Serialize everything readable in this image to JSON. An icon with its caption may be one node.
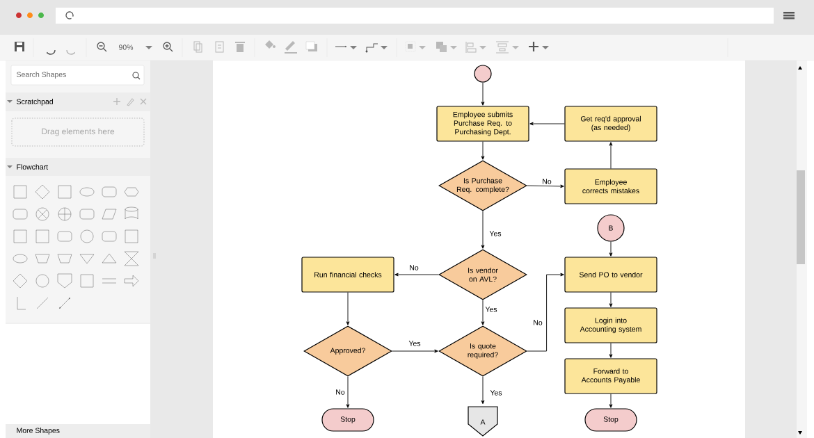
{
  "diagram": {
    "nodes": [
      {
        "text": [],
        "shape": "circle"
      },
      {
        "text": [
          "Employee submits Purchase Req. to Purchasing Dept."
        ]
      },
      {
        "text": [
          "Get req'd approval (as needed)"
        ]
      },
      {
        "text": [
          "Is Purchase Req. complete?"
        ]
      },
      {
        "text": [
          "Employee corrects mistakes"
        ]
      },
      {
        "text": [
          "B"
        ]
      },
      {
        "text": [
          "Run financial checks"
        ]
      },
      {
        "text": [
          "Is vendor on AVL?"
        ]
      },
      {
        "text": [
          "Send PO to vendor"
        ]
      },
      {
        "text": [
          "Login into Accounting system"
        ]
      },
      {
        "text": [
          "Approved?"
        ]
      },
      {
        "text": [
          "Is quote required?"
        ]
      },
      {
        "text": [
          "Forward to Accounts Payable"
        ]
      },
      {
        "text": [
          "Stop"
        ]
      },
      {
        "text": [
          "A"
        ]
      },
      {
        "text": [
          "Stop"
        ]
      }
    ],
    "edges": [
      {
        "from": 0,
        "to": 1,
        "arrow": "to"
      },
      {
        "from": 1,
        "to": 3,
        "arrow": "to"
      },
      {
        "from": 3,
        "to": 4,
        "arrow": "to",
        "label": "No"
      },
      {
        "from": 4,
        "to": 2,
        "arrow": "to"
      },
      {
        "from": 2,
        "to": 1,
        "arrow": "to"
      },
      {
        "from": 3,
        "to": 7,
        "arrow": "to",
        "label": "Yes"
      },
      {
        "from": 7,
        "to": 6,
        "arrow": "to",
        "label": "No"
      },
      {
        "from": 7,
        "to": 11,
        "arrow": "to",
        "label": "Yes"
      },
      {
        "from": 6,
        "to": 10,
        "arrow": "to"
      },
      {
        "from": 10,
        "to": 11,
        "arrow": "to",
        "label": "Yes"
      },
      {
        "from": 10,
        "to": 13,
        "arrow": "to",
        "label": "No"
      },
      {
        "from": 11,
        "to": 8,
        "arrow": "to",
        "label": "No"
      },
      {
        "from": 11,
        "to": 14,
        "arrow": "to",
        "label": "Yes"
      },
      {
        "from": 5,
        "to": 8,
        "arrow": "to"
      },
      {
        "from": 8,
        "to": 9,
        "arrow": "to"
      },
      {
        "from": 9,
        "to": 12,
        "arrow": "to"
      },
      {
        "from": 12,
        "to": 15,
        "arrow": "to"
      }
    ],
    "labels": [
      "90%",
      "Search Shapes",
      "Scratchpad",
      "Drag elements here",
      "Flowchart",
      "More Shapes"
    ]
  }
}
